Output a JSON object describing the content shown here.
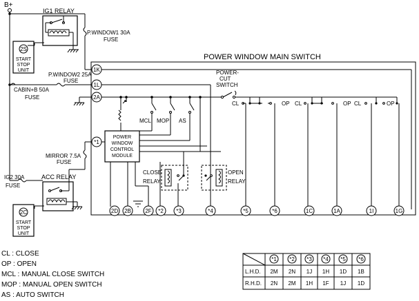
{
  "supply": {
    "battery": "B+"
  },
  "relays": {
    "ig1": "IG1 RELAY",
    "acc": "ACC RELAY",
    "close_relay": [
      "CLOSE",
      "RELAY"
    ],
    "open_relay": [
      "OPEN",
      "RELAY"
    ]
  },
  "start_stop_unit": {
    "connector_top": "2S",
    "connector_bottom": "2C",
    "lines": [
      "START",
      "STOP",
      "UNIT"
    ]
  },
  "fuses": {
    "pwindow1": [
      "P.WINDOW1 30A",
      "FUSE"
    ],
    "pwindow2": [
      "P.WINDOW2 25A",
      "FUSE"
    ],
    "cabin": [
      "CABIN+B 50A",
      "FUSE"
    ],
    "mirror": [
      "MIRROR 7.5A",
      "FUSE"
    ],
    "ig2": [
      "IG2 30A",
      "FUSE"
    ]
  },
  "main_switch": {
    "title": "POWER WINDOW MAIN SWITCH",
    "cutout": [
      "POWER-",
      "CUT",
      "SWITCH"
    ],
    "module": [
      "POWER",
      "WINDOW",
      "CONTROL",
      "MODULE"
    ],
    "switches": [
      "MCL",
      "MOP",
      "AS"
    ],
    "terminals_left": [
      "1K",
      "1L",
      "2A",
      "*1"
    ],
    "terminals_bottom": [
      "2D",
      "2B",
      "2F",
      "*2",
      "*3",
      "*4",
      "*5",
      "*6",
      "1C",
      "1A",
      "1I",
      "1G"
    ],
    "positions": {
      "close": "CL",
      "open": "OP"
    }
  },
  "legend": [
    "CL : CLOSE",
    "OP : OPEN",
    "MCL : MANUAL CLOSE SWITCH",
    "MOP : MANUAL OPEN SWITCH",
    "AS : AUTO SWITCH"
  ],
  "terminal_table": {
    "columns": [
      "*1",
      "*2",
      "*3",
      "*4",
      "*5",
      "*6"
    ],
    "rows": [
      {
        "label": "L.H.D.",
        "values": [
          "2M",
          "2N",
          "1J",
          "1H",
          "1D",
          "1B"
        ]
      },
      {
        "label": "R.H.D.",
        "values": [
          "2N",
          "2M",
          "1H",
          "1F",
          "1J",
          "1D"
        ]
      }
    ]
  }
}
